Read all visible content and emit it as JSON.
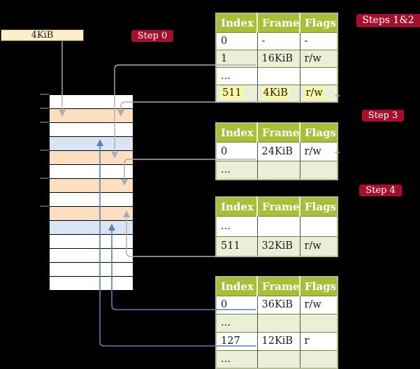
{
  "labels": {
    "page_box": "4KiB",
    "step0": "Step 0",
    "steps12": "Steps 1&2",
    "step3": "Step 3",
    "step4": "Step 4"
  },
  "tables": [
    {
      "headers": [
        "Index",
        "Frame",
        "Flags"
      ],
      "rows": [
        {
          "cells": [
            "0",
            "-",
            "-"
          ]
        },
        {
          "cells": [
            "1",
            "16KiB",
            "r/w"
          ]
        },
        {
          "cells": [
            "...",
            "",
            ""
          ]
        },
        {
          "cells": [
            "511",
            "4KiB",
            "r/w"
          ],
          "highlight": true
        }
      ]
    },
    {
      "headers": [
        "Index",
        "Frame",
        "Flags"
      ],
      "rows": [
        {
          "cells": [
            "0",
            "24KiB",
            "r/w"
          ]
        },
        {
          "cells": [
            "...",
            "",
            ""
          ]
        }
      ]
    },
    {
      "headers": [
        "Index",
        "Frame",
        "Flags"
      ],
      "rows": [
        {
          "cells": [
            "...",
            "",
            ""
          ]
        },
        {
          "cells": [
            "511",
            "32KiB",
            "r/w"
          ]
        }
      ]
    },
    {
      "headers": [
        "Index",
        "Frame",
        "Flags"
      ],
      "rows": [
        {
          "cells": [
            "0",
            "36KiB",
            "r/w"
          ]
        },
        {
          "cells": [
            "...",
            "",
            ""
          ]
        },
        {
          "cells": [
            "127",
            "12KiB",
            "r"
          ]
        },
        {
          "cells": [
            "...",
            "",
            ""
          ]
        }
      ]
    }
  ],
  "memory": {
    "frame_rows": [
      "white",
      "peach",
      "white",
      "blue",
      "peach",
      "white",
      "peach",
      "white",
      "peach",
      "blue",
      "white",
      "white",
      "white",
      "white"
    ]
  },
  "colors": {
    "badge_bg": "#a50f2e",
    "badge_text": "#ffffff",
    "header_bg": "#a6c139",
    "header_text": "#ffffff",
    "row_alt": "#eaf0d8",
    "row_white": "#ffffff",
    "table_outer_border": "#b4bb90",
    "table_grid": "#75843c",
    "highlight": "#fdf99d",
    "peach": "#fcdfc0",
    "blue": "#d9e4f4",
    "cream": "#fbeec9",
    "arrow_gray": "#aeaeb2",
    "arrow_blue": "#5f7fb2",
    "text": "#1b1b1b"
  }
}
